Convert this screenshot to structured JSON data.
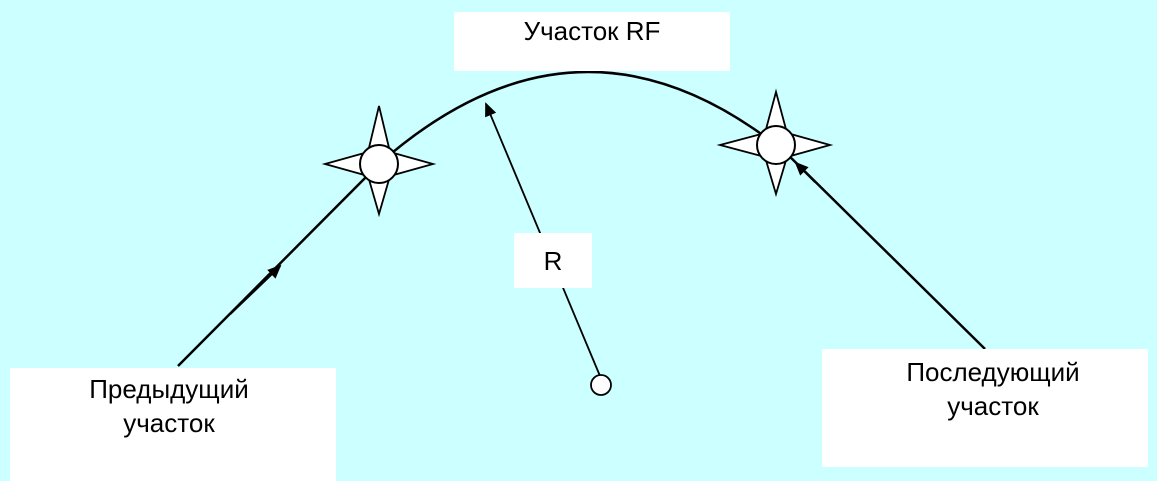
{
  "labels": {
    "rf_segment": "Участок RF",
    "radius": "R",
    "previous_segment_line1": "Предыдущий",
    "previous_segment_line2": "участок",
    "next_segment_line1": "Последующий",
    "next_segment_line2": "участок"
  },
  "colors": {
    "background": "#ccffff",
    "stroke": "#000000",
    "box_fill": "#ffffff"
  },
  "icons": {
    "waypoint": "four-point-star-with-circle",
    "center": "small-circle"
  }
}
